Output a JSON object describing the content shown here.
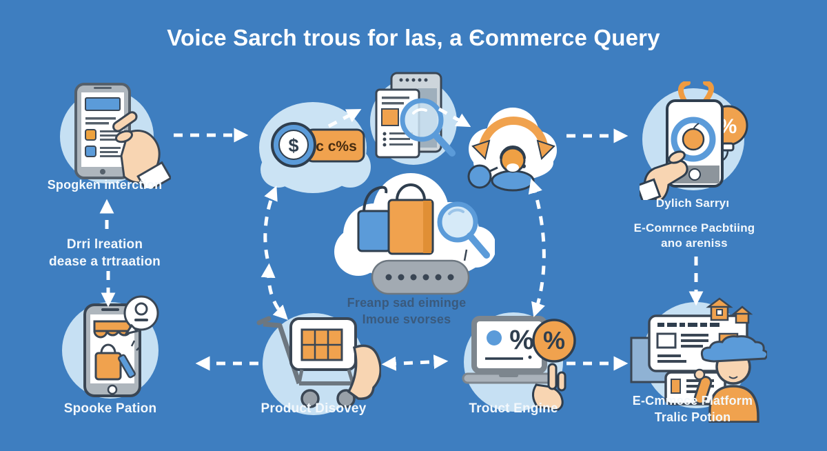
{
  "title": "Voice Sarch trous for las, a Єommerce Query",
  "colors": {
    "background": "#3e7ec0",
    "bubble": "#c6e0f3",
    "orange": "#f0a24e",
    "blue": "#5b9bd9",
    "white": "#ffffff",
    "caption_dark": "#3a5a7d"
  },
  "nodes": {
    "spoken_interaction": {
      "label": "Spogken interction"
    },
    "price_offer": {
      "coin_symbol": "$",
      "tag_text": "c c%s"
    },
    "left_note": {
      "line1": "Drri lreation",
      "line2": "dease a trtraation"
    },
    "spoken_patron": {
      "label": "Spooke Pation"
    },
    "voice_cloud": {
      "caption_line1": "Freanp sad eiminge",
      "caption_line2": "Imoue svorses"
    },
    "dynamic_savings": {
      "label": "Dylich Sarryı",
      "sub_line1": "E-Comrnce Pacbtiing",
      "sub_line2": "ano areniss"
    },
    "savings_bulb": {
      "percent": "%"
    },
    "product_discovery": {
      "label": "Product Disovey"
    },
    "trust_engine": {
      "label": "Trouct Engine",
      "screen_percent": "%",
      "badge_percent": "%"
    },
    "ecommerce_platform": {
      "line1": "E-Cmmece Platform",
      "line2": "Tralic Potion"
    }
  }
}
